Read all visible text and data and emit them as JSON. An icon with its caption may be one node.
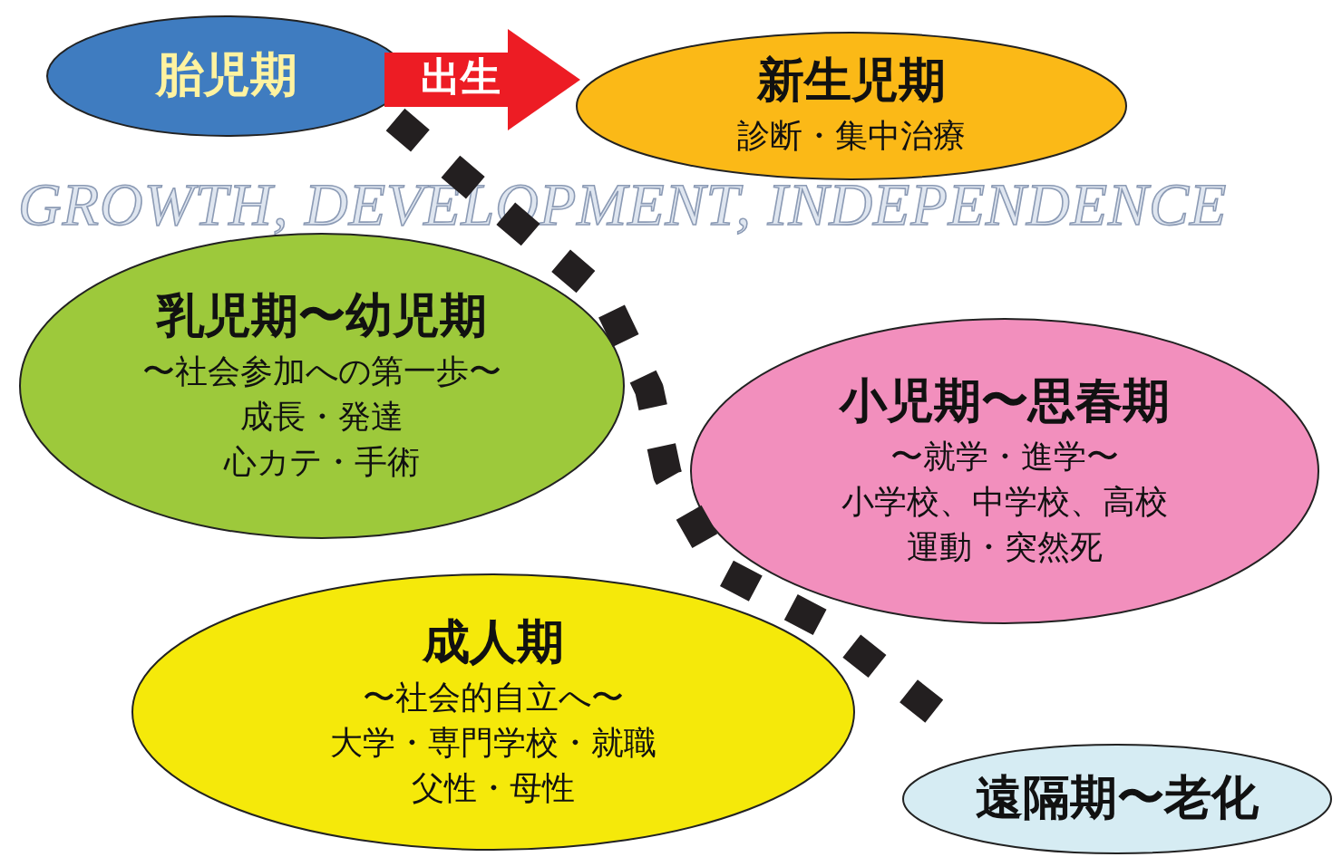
{
  "diagram": {
    "nodes": [
      {
        "text": [
          "胎児期"
        ]
      },
      {
        "text": [
          "新生児期",
          "診断・集中治療"
        ]
      },
      {
        "text": [
          "乳児期〜幼児期",
          "〜社会参加への第一歩〜",
          "成長・発達",
          "心カテ・手術"
        ]
      },
      {
        "text": [
          "小児期〜思春期",
          "〜就学・進学〜",
          "小学校、中学校、高校",
          "運動・突然死"
        ]
      },
      {
        "text": [
          "成人期",
          "〜社会的自立へ〜",
          "大学・専門学校・就職",
          "父性・母性"
        ]
      },
      {
        "text": [
          "遠隔期〜老化"
        ]
      }
    ],
    "edges": [
      {
        "from": 0,
        "to": 1,
        "arrow": "to",
        "label": "出生",
        "style": "thick",
        "color": "#ed1c24"
      },
      {
        "from": 0,
        "to": 5,
        "arrow": "none",
        "style": "dashed",
        "color": "#231f20"
      }
    ],
    "labels": [
      "GROWTH, DEVELOPMENT, INDEPENDENCE"
    ]
  }
}
